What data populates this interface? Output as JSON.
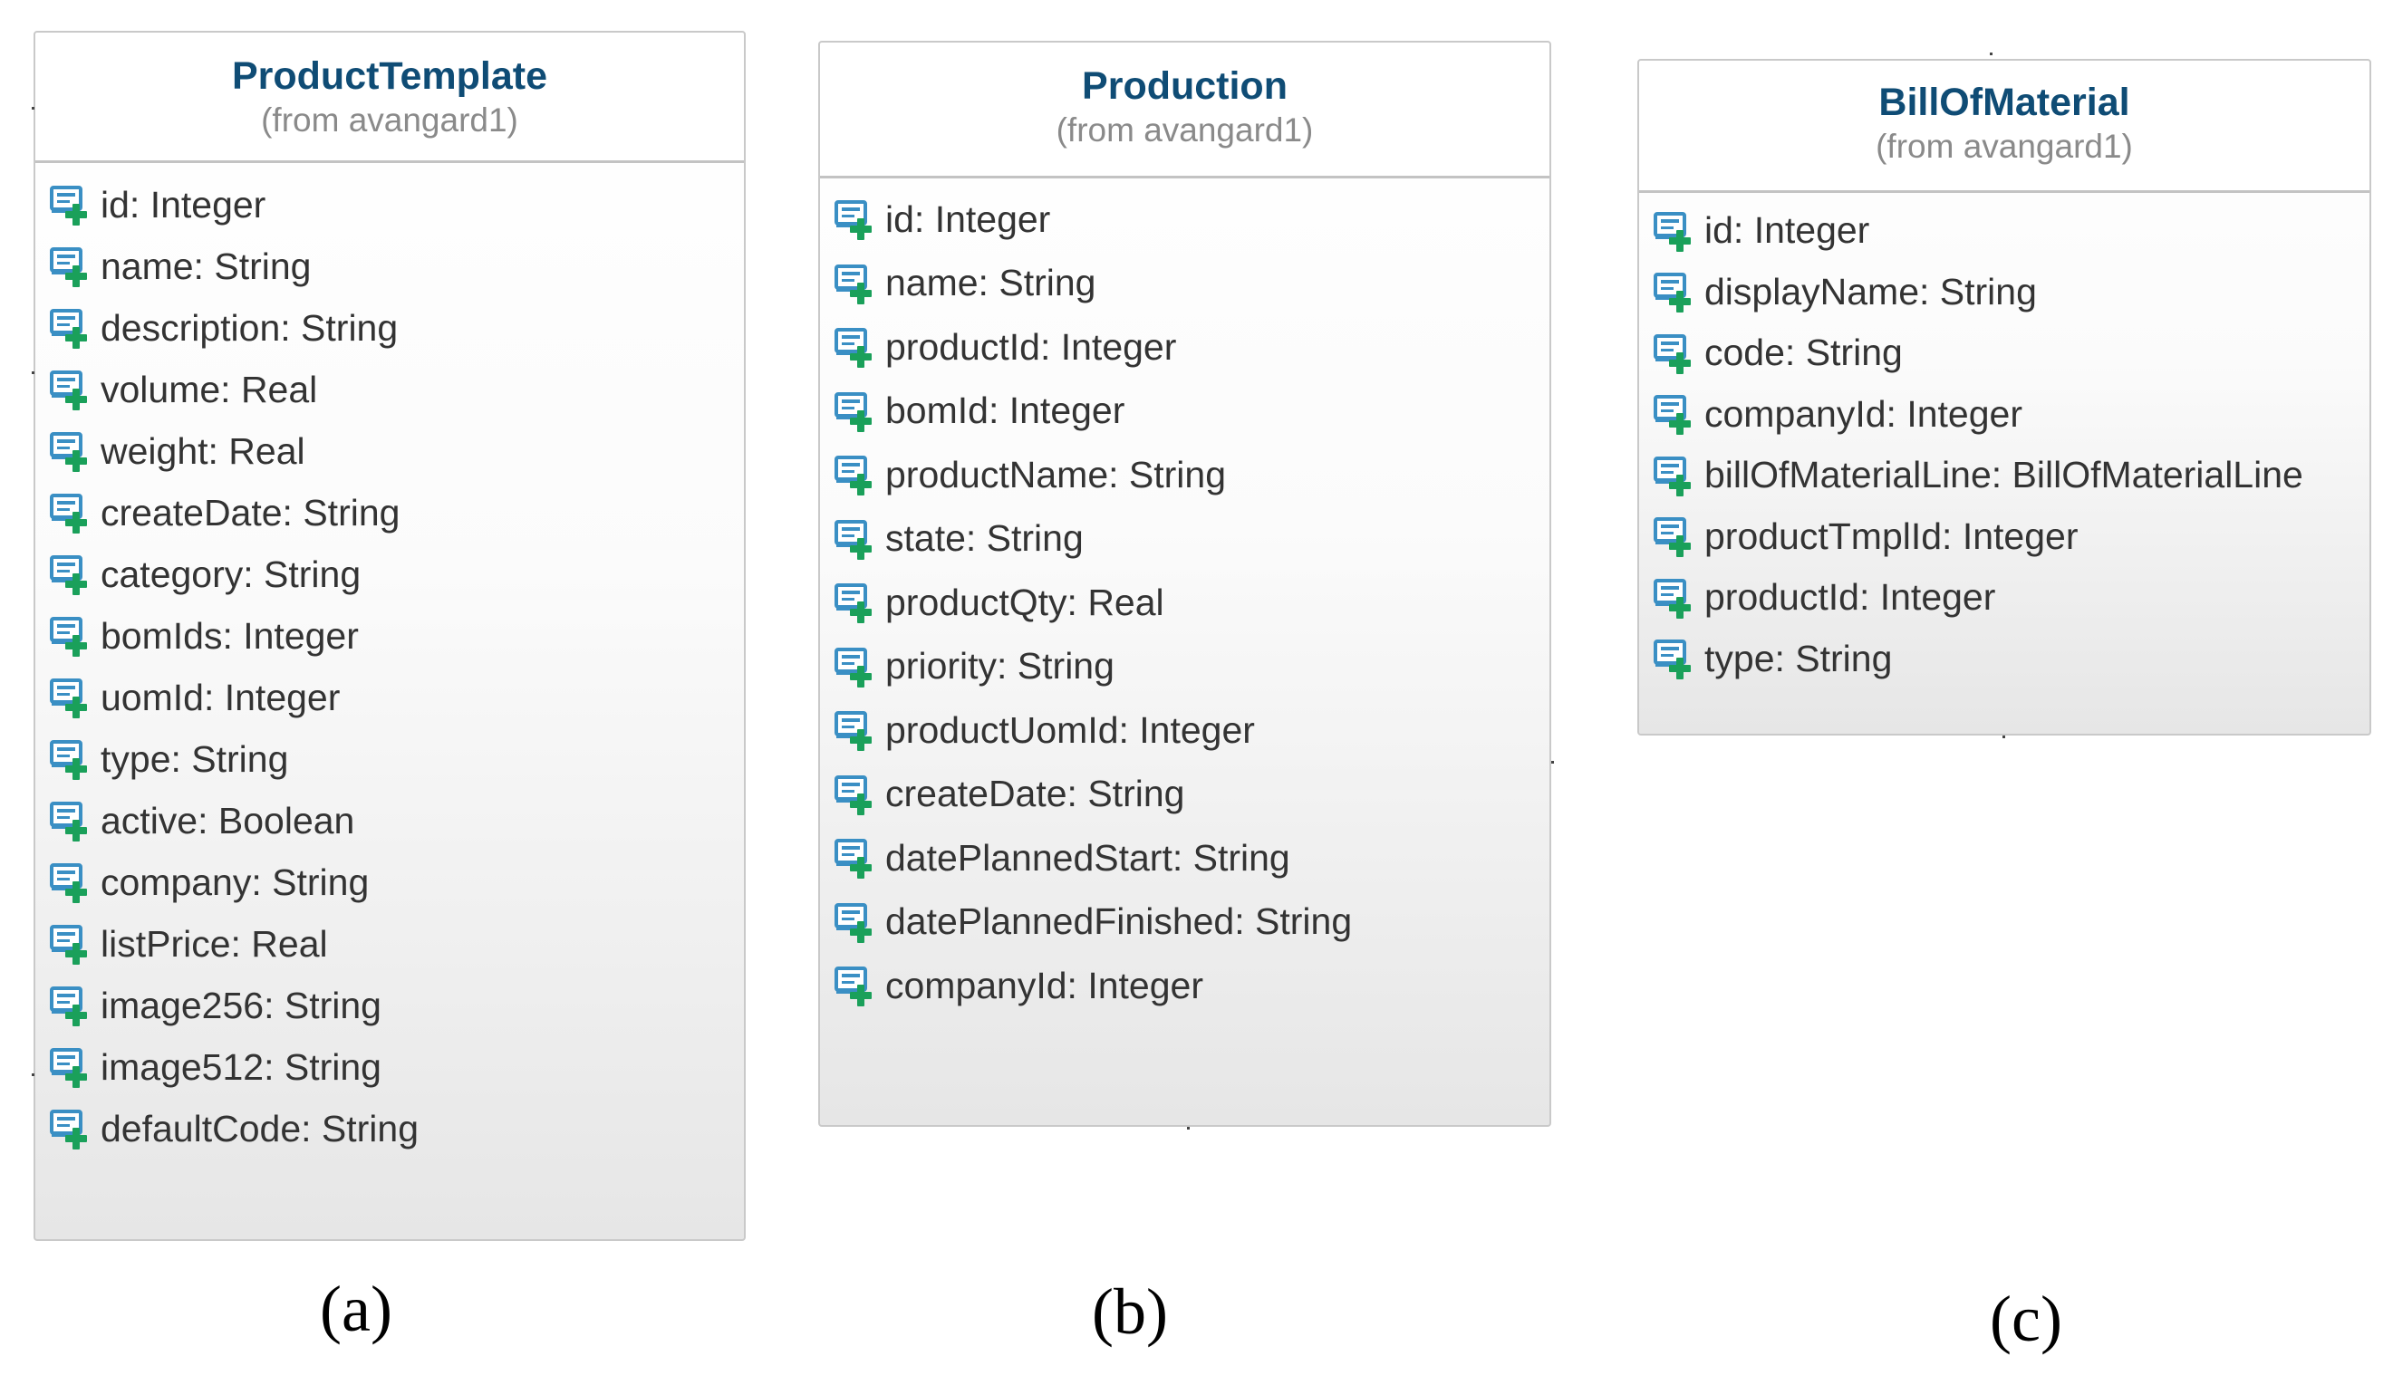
{
  "classes": [
    {
      "id": "a",
      "name": "ProductTemplate",
      "package": "(from avangard1)",
      "attributes": [
        "id: Integer",
        "name: String",
        "description: String",
        "volume: Real",
        "weight: Real",
        "createDate: String",
        "category: String",
        "bomIds: Integer",
        "uomId: Integer",
        "type: String",
        "active: Boolean",
        "company: String",
        "listPrice: Real",
        "image256: String",
        "image512: String",
        "defaultCode: String"
      ],
      "caption": "(a)"
    },
    {
      "id": "b",
      "name": "Production",
      "package": "(from avangard1)",
      "attributes": [
        "id: Integer",
        "name: String",
        "productId: Integer",
        "bomId: Integer",
        "productName: String",
        "state: String",
        "productQty: Real",
        "priority: String",
        "productUomId: Integer",
        "createDate: String",
        "datePlannedStart: String",
        "datePlannedFinished: String",
        "companyId: Integer"
      ],
      "caption": "(b)"
    },
    {
      "id": "c",
      "name": "BillOfMaterial",
      "package": "(from avangard1)",
      "attributes": [
        "id: Integer",
        "displayName: String",
        "code: String",
        "companyId: Integer",
        "billOfMaterialLine: BillOfMaterialLine",
        "productTmplId: Integer",
        "productId: Integer",
        "type: String"
      ],
      "caption": "(c)"
    }
  ],
  "icon": "public-attribute-icon",
  "colors": {
    "title": "#0f4c75",
    "subtitle": "#8a8a8a",
    "attribute_text": "#333333",
    "border": "#c9c9c9",
    "icon_blue": "#3a8fc4",
    "icon_green": "#1aa05a"
  }
}
